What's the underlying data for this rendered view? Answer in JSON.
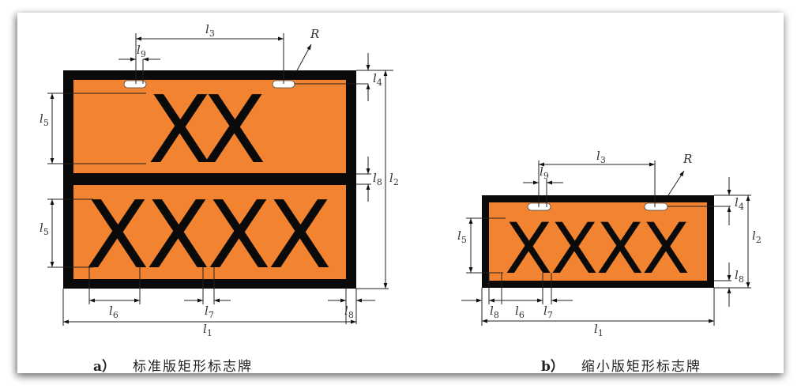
{
  "figure": {
    "colors": {
      "plate_fill": "#F28431",
      "border": "#0a0a0a",
      "slot_fill": "#ffffff",
      "dimension_line": "#222222"
    },
    "panel_a": {
      "caption_tag": "a）",
      "caption_text": "标准版矩形标志牌",
      "top_code": "XX",
      "bottom_code": "XXXX",
      "dimension_labels": {
        "l1": {
          "base": "l",
          "sub": "1"
        },
        "l2": {
          "base": "l",
          "sub": "2"
        },
        "l3": {
          "base": "l",
          "sub": "3"
        },
        "l4": {
          "base": "l",
          "sub": "4"
        },
        "l5_top": {
          "base": "l",
          "sub": "5"
        },
        "l5_bottom": {
          "base": "l",
          "sub": "5"
        },
        "l6": {
          "base": "l",
          "sub": "6"
        },
        "l7": {
          "base": "l",
          "sub": "7"
        },
        "l8_right": {
          "base": "l",
          "sub": "8"
        },
        "l8_bottom": {
          "base": "l",
          "sub": "8"
        },
        "l9": {
          "base": "l",
          "sub": "9"
        },
        "R": "R"
      }
    },
    "panel_b": {
      "caption_tag": "b）",
      "caption_text": "缩小版矩形标志牌",
      "code": "XXXX",
      "dimension_labels": {
        "l1": {
          "base": "l",
          "sub": "1"
        },
        "l2": {
          "base": "l",
          "sub": "2"
        },
        "l3": {
          "base": "l",
          "sub": "3"
        },
        "l4": {
          "base": "l",
          "sub": "4"
        },
        "l5": {
          "base": "l",
          "sub": "5"
        },
        "l6": {
          "base": "l",
          "sub": "6"
        },
        "l7": {
          "base": "l",
          "sub": "7"
        },
        "l8_right": {
          "base": "l",
          "sub": "8"
        },
        "l8_bottom": {
          "base": "l",
          "sub": "8"
        },
        "l9": {
          "base": "l",
          "sub": "9"
        },
        "R": "R"
      }
    }
  }
}
